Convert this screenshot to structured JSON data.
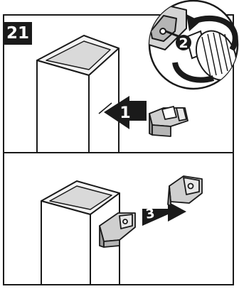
{
  "step": {
    "number": "21"
  },
  "callouts": [
    {
      "label": "1",
      "action": "insert"
    },
    {
      "label": "2",
      "action": "tighten"
    },
    {
      "label": "3",
      "action": "remove"
    }
  ],
  "icons": {
    "push_arrow": "arrow-icon",
    "rotate_arrow": "rotation-arrow-icon"
  },
  "colors": {
    "line": "#1a1a1a",
    "panel_fill": "#d9d9d9",
    "part_fill": "#cfcfcf",
    "badge_bg": "#1a1a1a",
    "badge_text": "#ffffff"
  }
}
